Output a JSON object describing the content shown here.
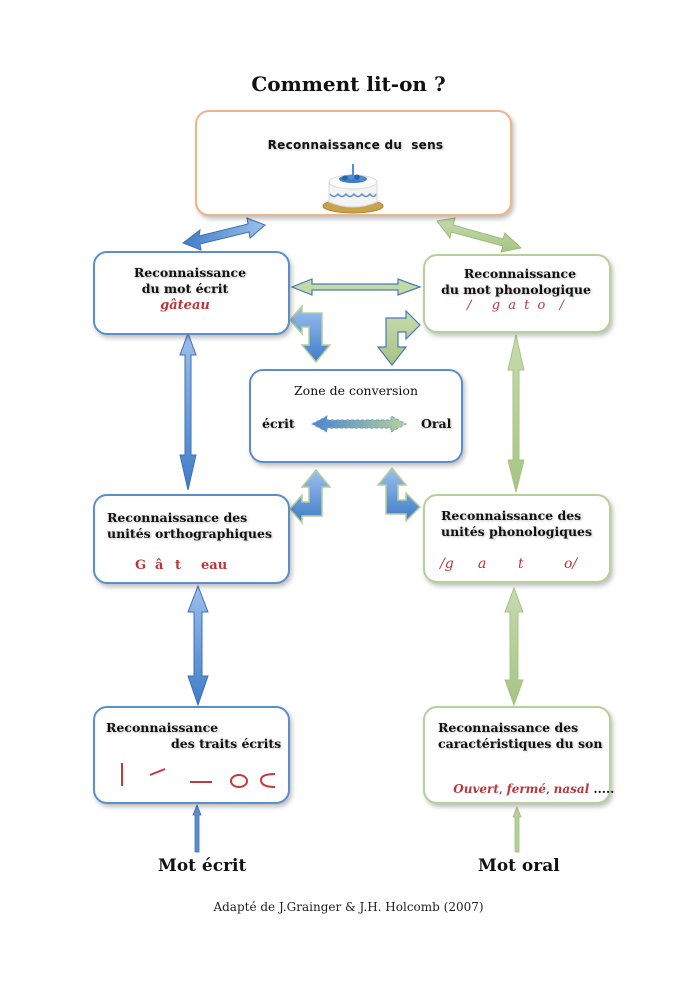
{
  "title": "Comment lit-on ?",
  "boxes": {
    "sens": {
      "label": "Reconnaissance du  sens",
      "image": "cake-icon",
      "border": "#f0b48a"
    },
    "mot_ecrit": {
      "line1": "Reconnaissance",
      "line2": "du mot écrit",
      "example": "gâteau",
      "border": "#5b8fcc"
    },
    "mot_phono": {
      "line1": "Reconnaissance",
      "line2": "du mot phonologique",
      "example": "/   g a t o  /",
      "border": "#b7cf98"
    },
    "conversion": {
      "label": "Zone de conversion",
      "left": "écrit",
      "right": "Oral",
      "border": "#5b8fcc"
    },
    "unites_ortho": {
      "line1": "Reconnaissance des",
      "line2": "unités orthographiques",
      "units": [
        "G",
        "â",
        "t",
        "eau"
      ],
      "border": "#5b8fcc"
    },
    "unites_phono": {
      "line1": "Reconnaissance des",
      "line2": "unités phonologiques",
      "units": [
        "/g",
        "a",
        "t",
        "o/"
      ],
      "border": "#b7cf98"
    },
    "traits": {
      "line1": "Reconnaissance",
      "line2": "des traits écrits",
      "strokes": [
        "vertical-stroke",
        "oblique-stroke",
        "horizontal-stroke",
        "circle-stroke",
        "open-curve-stroke"
      ],
      "border": "#5b8fcc"
    },
    "caracteristiques": {
      "line1": "Reconnaissance des",
      "line2": "caractéristiques du son",
      "features": [
        "Ouvert",
        "fermé",
        "nasal"
      ],
      "sep": ", ",
      "ellipsis": " .....",
      "border": "#b7cf98"
    }
  },
  "inputs": {
    "left": "Mot écrit",
    "right": "Mot oral"
  },
  "caption": "Adapté de  J.Grainger & J.H. Holcomb (2007)",
  "colors": {
    "blue": "#5b8fcc",
    "green": "#b7cf98",
    "red": "#b8363b",
    "orange": "#f0b48a"
  }
}
